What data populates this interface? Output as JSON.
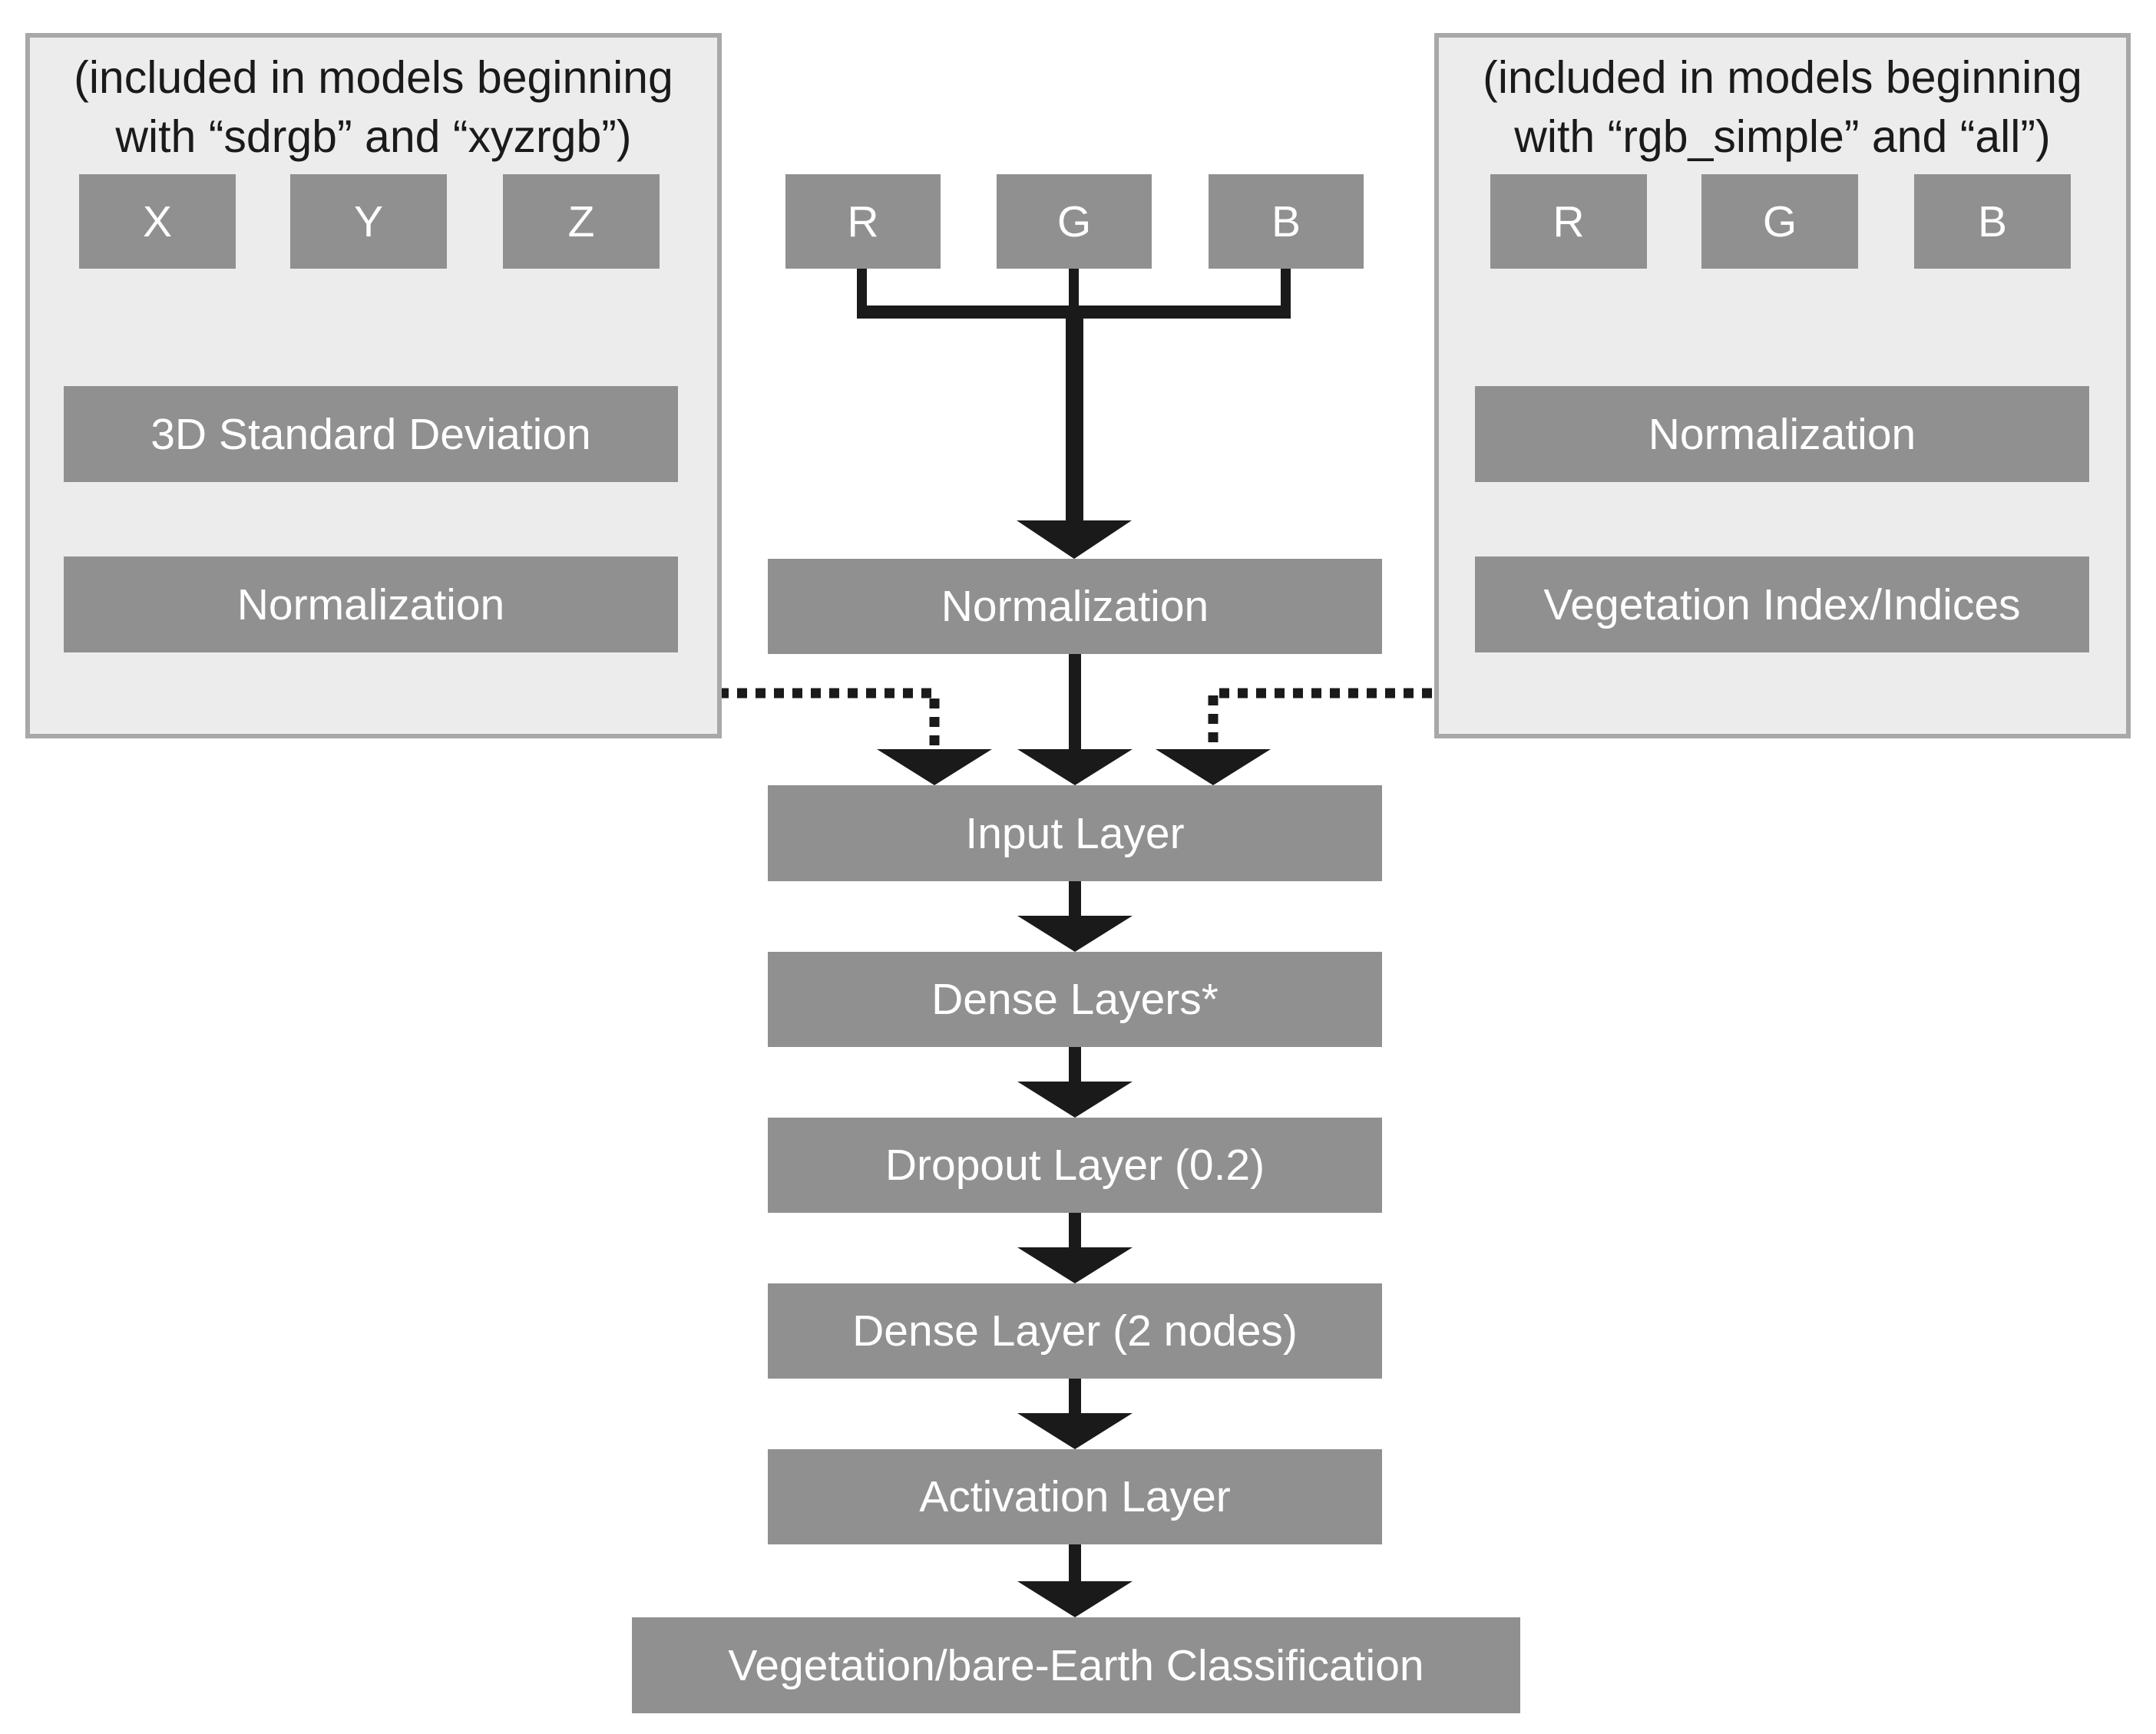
{
  "diagram": {
    "left_panel": {
      "title_line1": "(included in models beginning",
      "title_line2": "with “sdrgb” and “xyzrgb”)",
      "inputs": [
        "X",
        "Y",
        "Z"
      ],
      "steps": [
        "3D Standard Deviation",
        "Normalization"
      ]
    },
    "center": {
      "inputs": [
        "R",
        "G",
        "B"
      ],
      "steps": [
        "Normalization",
        "Input Layer",
        "Dense Layers*",
        "Dropout Layer (0.2)",
        "Dense Layer (2 nodes)",
        "Activation Layer",
        "Vegetation/bare-Earth Classification"
      ]
    },
    "right_panel": {
      "title_line1": "(included in models beginning",
      "title_line2": "with “rgb_simple” and “all”)",
      "inputs": [
        "R",
        "G",
        "B"
      ],
      "steps": [
        "Normalization",
        "Vegetation Index/Indices"
      ]
    },
    "colors": {
      "background": "#ffffff",
      "panel_fill": "#ececec",
      "panel_border": "#a8a8a8",
      "node_fill": "#909090",
      "node_text": "#ffffff",
      "connector": "#1a1a1a"
    }
  }
}
